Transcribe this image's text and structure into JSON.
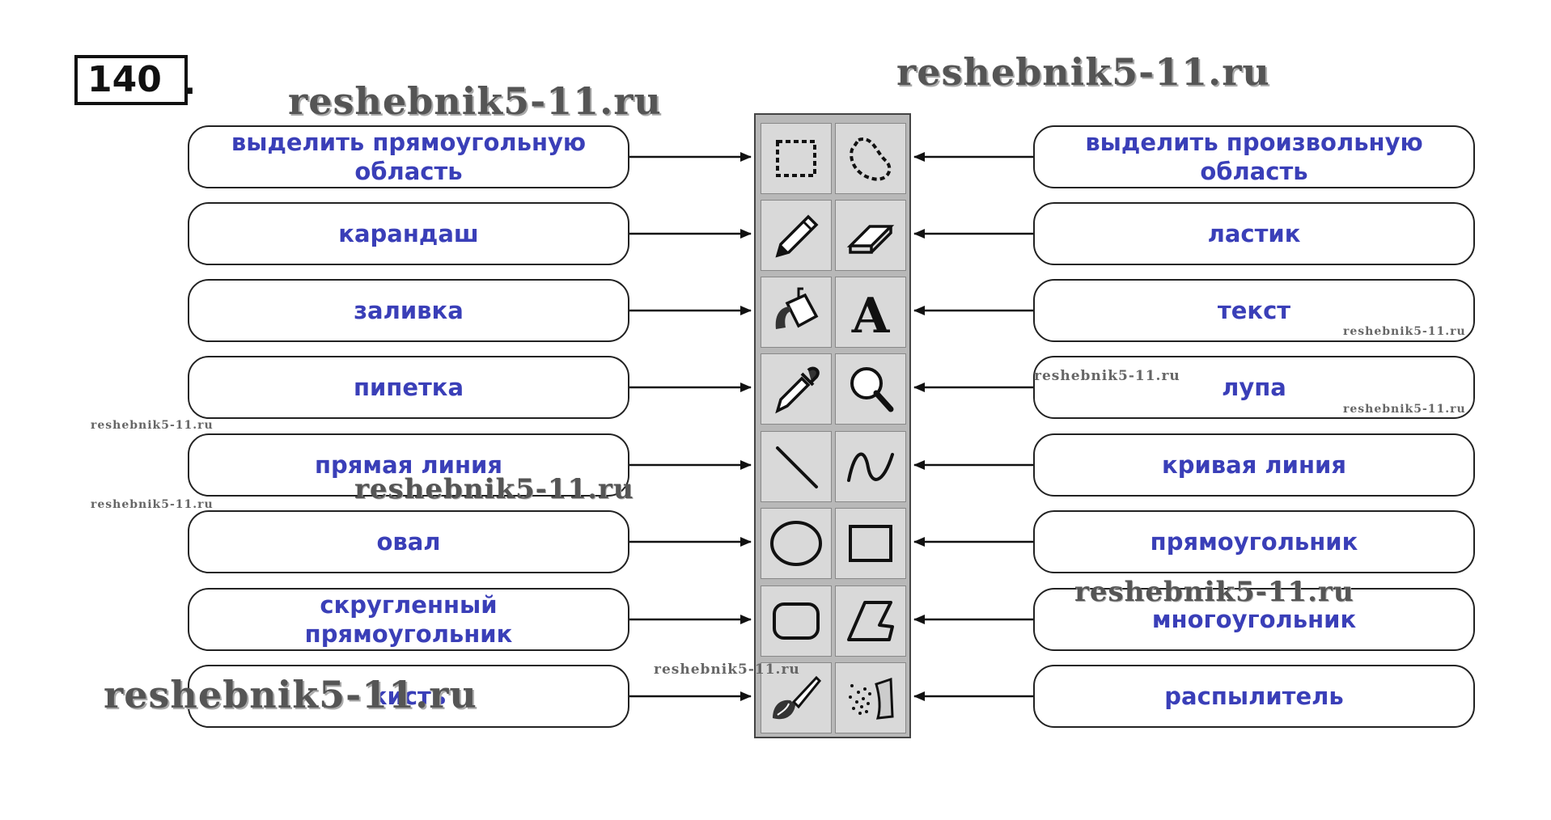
{
  "task": {
    "number": "140",
    "dot": "."
  },
  "rows": [
    {
      "left": [
        "выделить прямоугольную",
        "область"
      ],
      "right": [
        "выделить произвольную",
        "область"
      ],
      "left_icon": "rect-select-icon",
      "right_icon": "free-select-icon"
    },
    {
      "left": [
        "карандаш"
      ],
      "right": [
        "ластик"
      ],
      "left_icon": "pencil-icon",
      "right_icon": "eraser-icon"
    },
    {
      "left": [
        "заливка"
      ],
      "right": [
        "текст"
      ],
      "left_icon": "fill-bucket-icon",
      "right_icon": "text-icon"
    },
    {
      "left": [
        "пипетка"
      ],
      "right": [
        "лупа"
      ],
      "left_icon": "eyedropper-icon",
      "right_icon": "magnifier-icon"
    },
    {
      "left": [
        "прямая  линия"
      ],
      "right": [
        "кривая линия"
      ],
      "left_icon": "line-icon",
      "right_icon": "curve-icon"
    },
    {
      "left": [
        "овал"
      ],
      "right": [
        "прямоугольник"
      ],
      "left_icon": "ellipse-icon",
      "right_icon": "rectangle-icon"
    },
    {
      "left": [
        "скругленный",
        "прямоугольник"
      ],
      "right": [
        "многоугольник"
      ],
      "left_icon": "rounded-rectangle-icon",
      "right_icon": "polygon-icon"
    },
    {
      "left": [
        "кисть"
      ],
      "right": [
        "распылитель"
      ],
      "left_icon": "brush-icon",
      "right_icon": "airbrush-icon"
    }
  ],
  "tool_glyphs": {
    "text": "A"
  },
  "watermark": "reshebnik5-11.ru",
  "colors": {
    "label_text": "#3a3fb8",
    "border": "#222222",
    "toolbox": "#b8b8b8"
  }
}
